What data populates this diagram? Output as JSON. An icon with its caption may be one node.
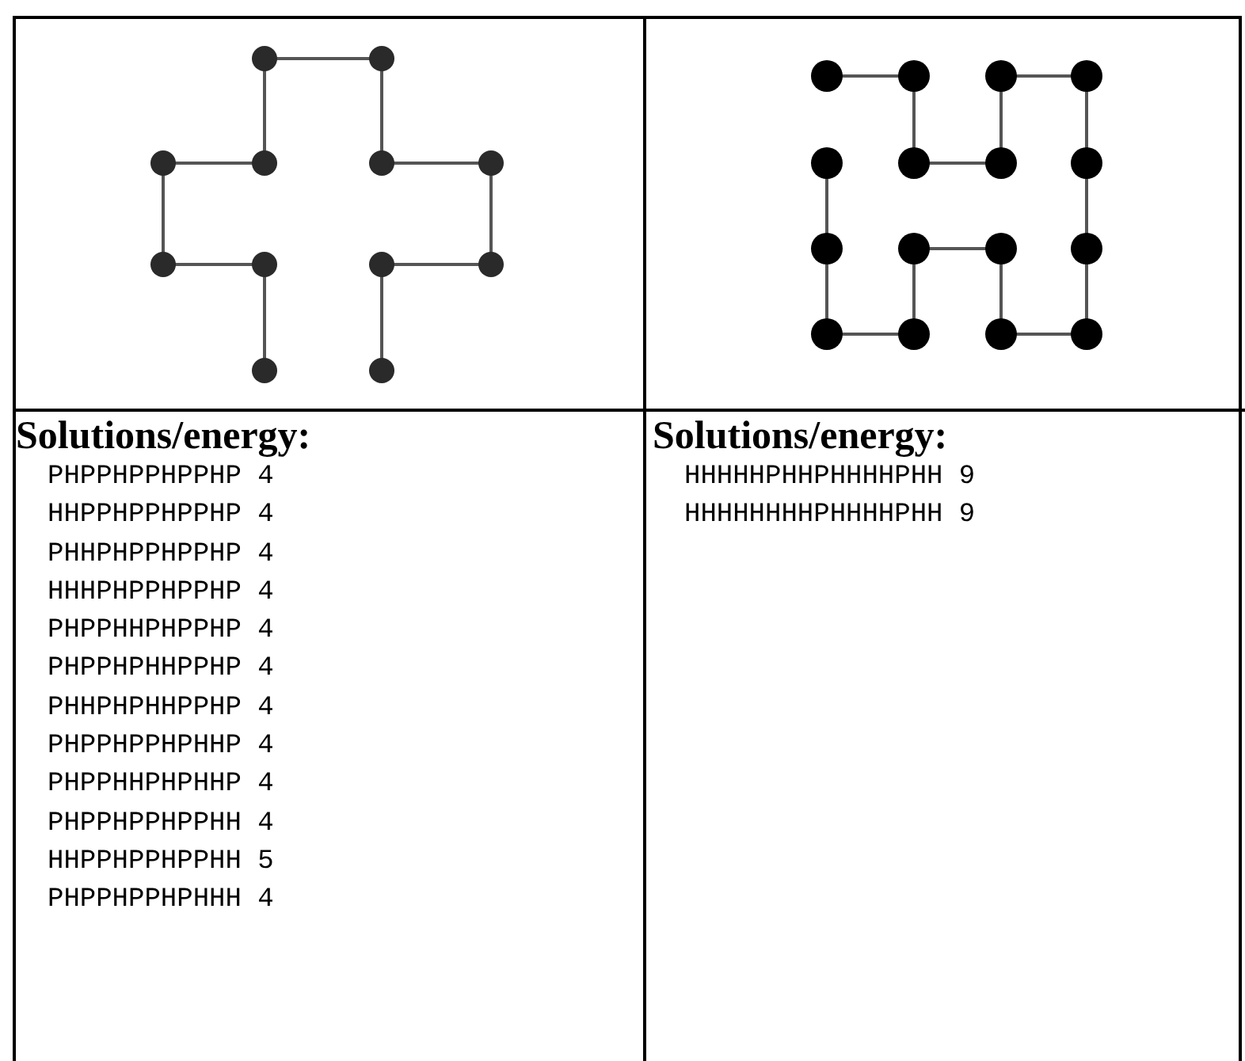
{
  "diagram": {
    "labels": [
      "Solutions/energy:",
      "PHPPHPPHPPHP 4",
      "HHPPHPPHPPHP 4",
      "PHHPHPPHPPHP 4",
      "HHHPHPPHPPHP 4",
      "PHPPHHPHPPHP 4",
      "PHPPHPHHPPHP 4",
      "PHHPHPHHPPHP 4",
      "PHPPHPPHPHHP 4",
      "PHPPHHPHPHHP 4",
      "PHPPHPPHPPHH 4",
      "HHPPHPPHPPHH 5",
      "PHPPHPPHPHHH 4",
      "Solutions/energy:",
      "HHHHHPHHPHHHHPHH 9",
      "HHHHHHHHPHHHHPHH 9"
    ]
  }
}
